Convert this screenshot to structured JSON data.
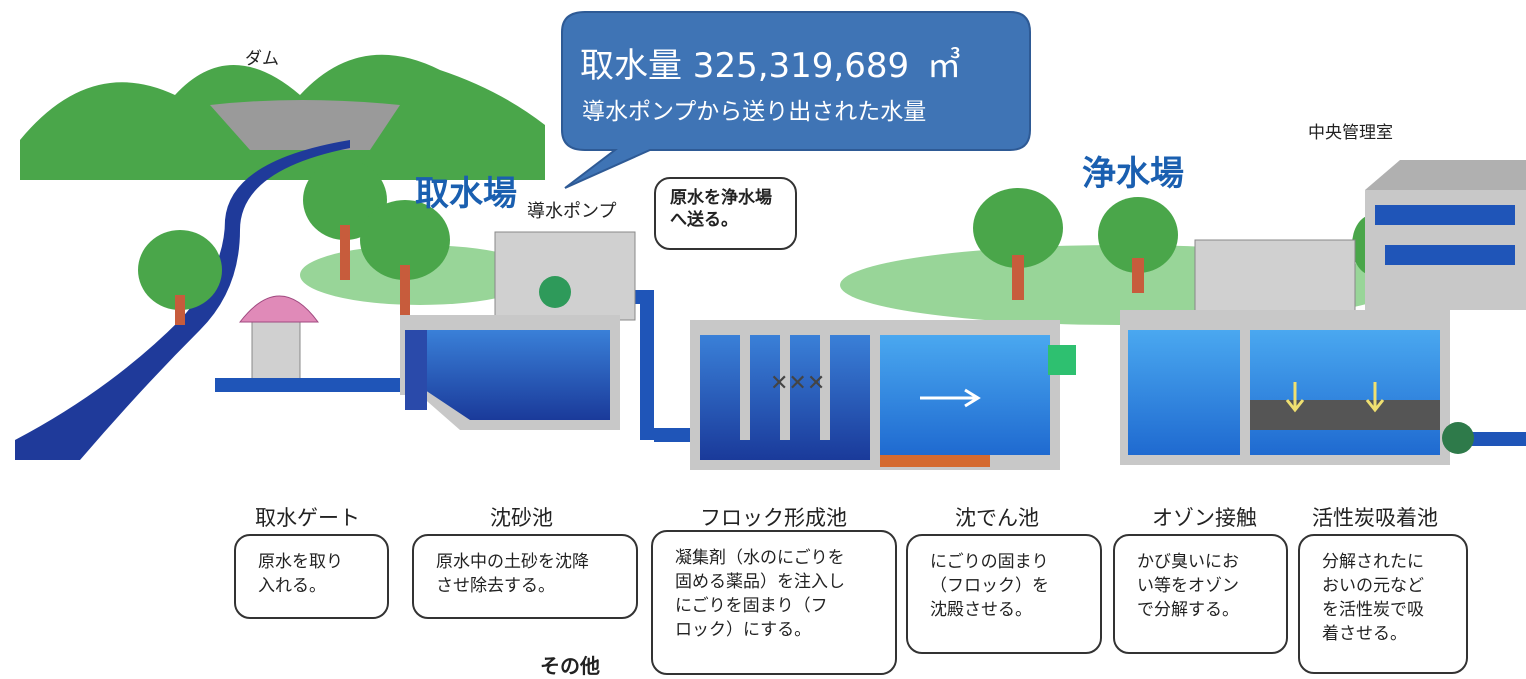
{
  "callout": {
    "value": "取水量  325,319,689",
    "unit": "㎥",
    "subtitle": "導水ポンプから送り出された水量"
  },
  "labels": {
    "dam": "ダム",
    "intake_plant": "取水場",
    "conveyance_pump": "導水ポンプ",
    "purification_plant": "浄水場",
    "central_control": "中央管理室",
    "other": "その他"
  },
  "pump_note": "原水を浄水場\nへ送る。",
  "stages": [
    {
      "title": "取水ゲート",
      "desc": "原水を取り\n入れる。"
    },
    {
      "title": "沈砂池",
      "desc": "原水中の土砂を沈降\nさせ除去する。"
    },
    {
      "title": "フロック形成池",
      "desc": "凝集剤（水のにごりを\n固める薬品）を注入し\nにごりを固まり（フ\nロック）にする。"
    },
    {
      "title": "沈でん池",
      "desc": "にごりの固まり\n（フロック）を\n沈殿させる。"
    },
    {
      "title": "オゾン接触",
      "desc": "かび臭いにお\nい等をオゾン\nで分解する。"
    },
    {
      "title": "活性炭吸着池",
      "desc": "分解されたに\nおいの元など\nを活性炭で吸\n着させる。"
    }
  ],
  "colors": {
    "callout_fill": "#3f74b5",
    "water_blue": "#1f55b8",
    "hill_green": "#4aa64a",
    "lawn_green": "#98d598",
    "label_blue": "#1a5fb0"
  }
}
